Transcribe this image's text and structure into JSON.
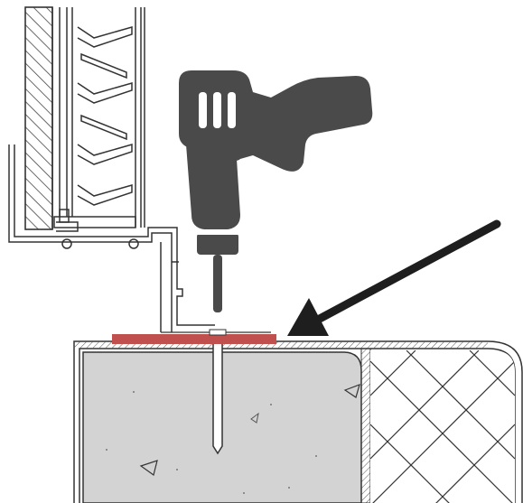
{
  "diagram": {
    "components": [
      {
        "id": "window-frame-profile",
        "icon": "window-frame-profile"
      },
      {
        "id": "wall-hatching",
        "icon": "hatched-wall"
      },
      {
        "id": "drill",
        "icon": "power-drill-icon"
      },
      {
        "id": "drill-bit",
        "icon": "drill-bit"
      },
      {
        "id": "sealing-strip",
        "icon": "sealing-strip"
      },
      {
        "id": "concrete-sill",
        "icon": "concrete-block"
      },
      {
        "id": "insulation",
        "icon": "insulation-crosshatch"
      },
      {
        "id": "indicator-arrow",
        "icon": "arrow-icon"
      },
      {
        "id": "anchor-hole",
        "icon": "drilled-hole"
      }
    ],
    "colors": {
      "background": "#ffffff",
      "outline": "#333333",
      "drill": "#4a4a4a",
      "concrete": "#d3d3d3",
      "seal": "#c0504d",
      "arrow": "#1e1e1e"
    }
  }
}
